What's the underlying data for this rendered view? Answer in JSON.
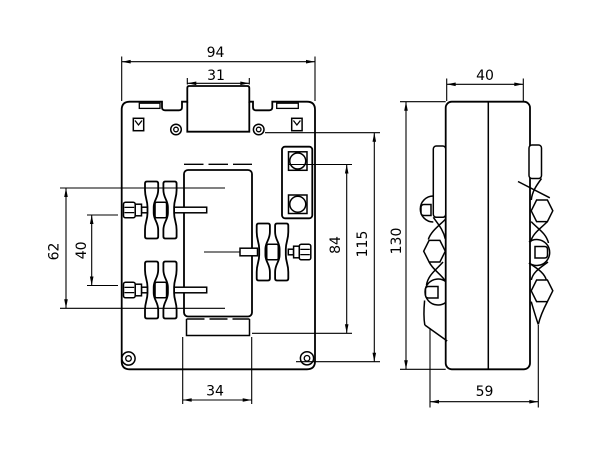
{
  "dims": {
    "front": {
      "overall_width": "94",
      "top_window_width": "31",
      "terminal_span": "62",
      "terminal_pitch": "40",
      "secondary_span": "84",
      "mounting_span": "115",
      "foot_slot_width": "34"
    },
    "side": {
      "body_width": "40",
      "overall_height": "130",
      "overall_depth": "59"
    }
  },
  "colors": {
    "line": "#000000",
    "background": "#ffffff"
  }
}
